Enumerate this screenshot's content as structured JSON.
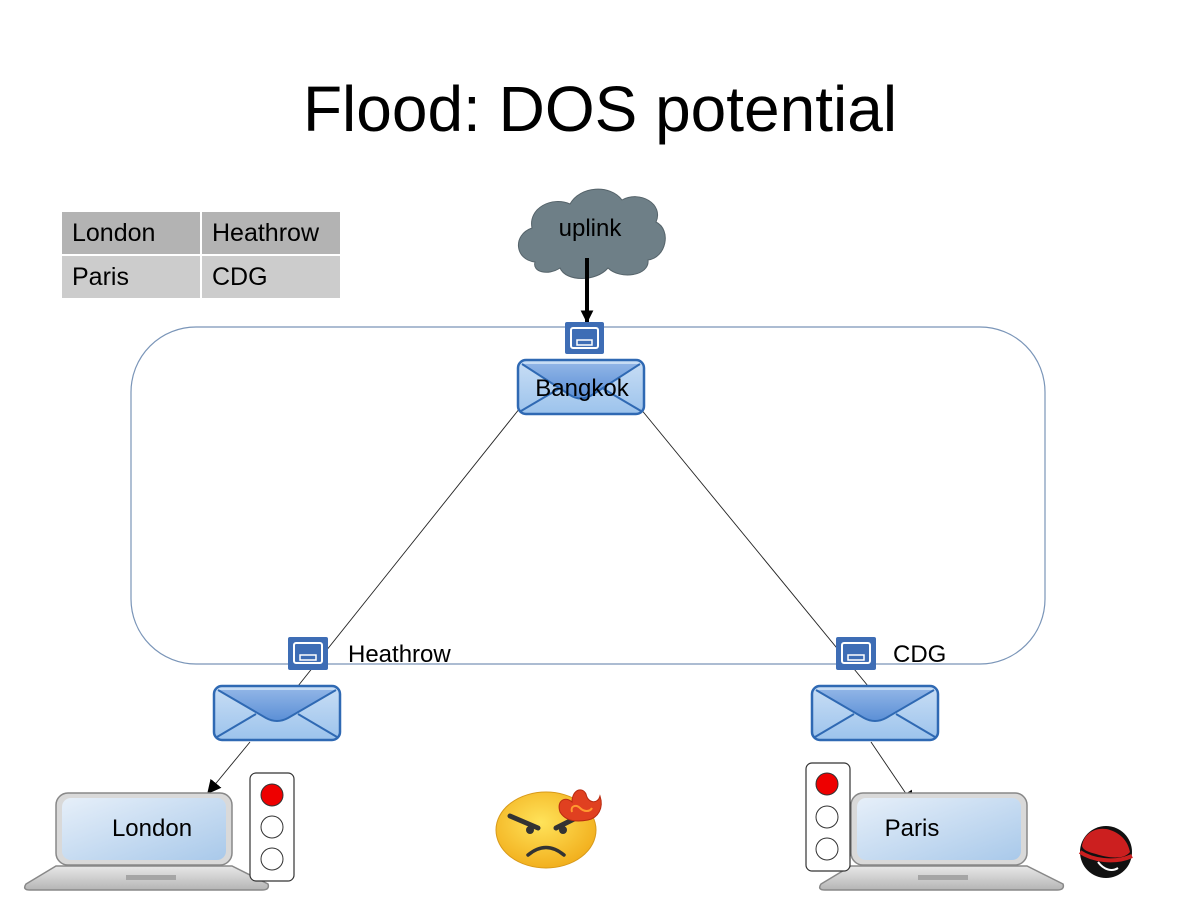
{
  "title": "Flood: DOS potential",
  "legend_table": {
    "rows": [
      [
        "London",
        "Heathrow"
      ],
      [
        "Paris",
        "CDG"
      ]
    ]
  },
  "nodes": {
    "uplink": {
      "label": "uplink",
      "color": "#6e7f87"
    },
    "bangkok": {
      "label": "Bangkok"
    },
    "heathrow": {
      "label": "Heathrow"
    },
    "cdg": {
      "label": "CDG"
    },
    "london": {
      "label": "London"
    },
    "paris": {
      "label": "Paris"
    }
  },
  "traffic_lights": {
    "london": {
      "states": [
        "red",
        "off",
        "off"
      ]
    },
    "paris": {
      "states": [
        "red",
        "off",
        "off"
      ]
    }
  },
  "colors": {
    "switch_blue": "#3e6db5",
    "envelope_light": "#a9cbef",
    "light_red": "#ee0000",
    "boundary": "#7a95b8"
  },
  "icons": {
    "emoji": "angry-face-icon",
    "logo": "redhat-logo-icon"
  }
}
